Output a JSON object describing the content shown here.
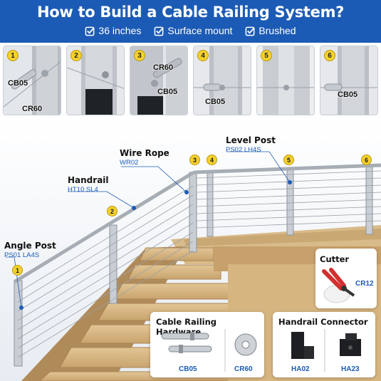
{
  "header": {
    "title": "How to Build a Cable Railing System?",
    "features": [
      "36 inches",
      "Surface mount",
      "Brushed"
    ]
  },
  "steps": [
    {
      "num": "1",
      "labels": [
        "CB05",
        "CR60"
      ]
    },
    {
      "num": "2",
      "labels": []
    },
    {
      "num": "3",
      "labels": [
        "CR60",
        "CB05"
      ]
    },
    {
      "num": "4",
      "labels": [
        "CB05"
      ]
    },
    {
      "num": "5",
      "labels": []
    },
    {
      "num": "6",
      "labels": [
        "CB05"
      ]
    }
  ],
  "callouts": {
    "level_post": {
      "title": "Level Post",
      "code": "PS02 LH4S"
    },
    "wire_rope": {
      "title": "Wire Rope",
      "code": "WR02"
    },
    "handrail": {
      "title": "Handrail",
      "code": "HT10 SL4"
    },
    "angle_post": {
      "title": "Angle Post",
      "code": "PS01 LA4S"
    }
  },
  "badges": [
    "1",
    "2",
    "3",
    "4",
    "5",
    "6"
  ],
  "cutter": {
    "title": "Cutter",
    "code": "CR12"
  },
  "hardware": {
    "title": "Cable Railing Hardware",
    "items": [
      "CB05",
      "CR60"
    ]
  },
  "connector": {
    "title": "Handrail Connector",
    "items": [
      "HA02",
      "HA23"
    ]
  },
  "colors": {
    "brand_blue": "#1c5bb5",
    "badge_yellow": "#f6d12b",
    "wood": "#d9b98a"
  }
}
